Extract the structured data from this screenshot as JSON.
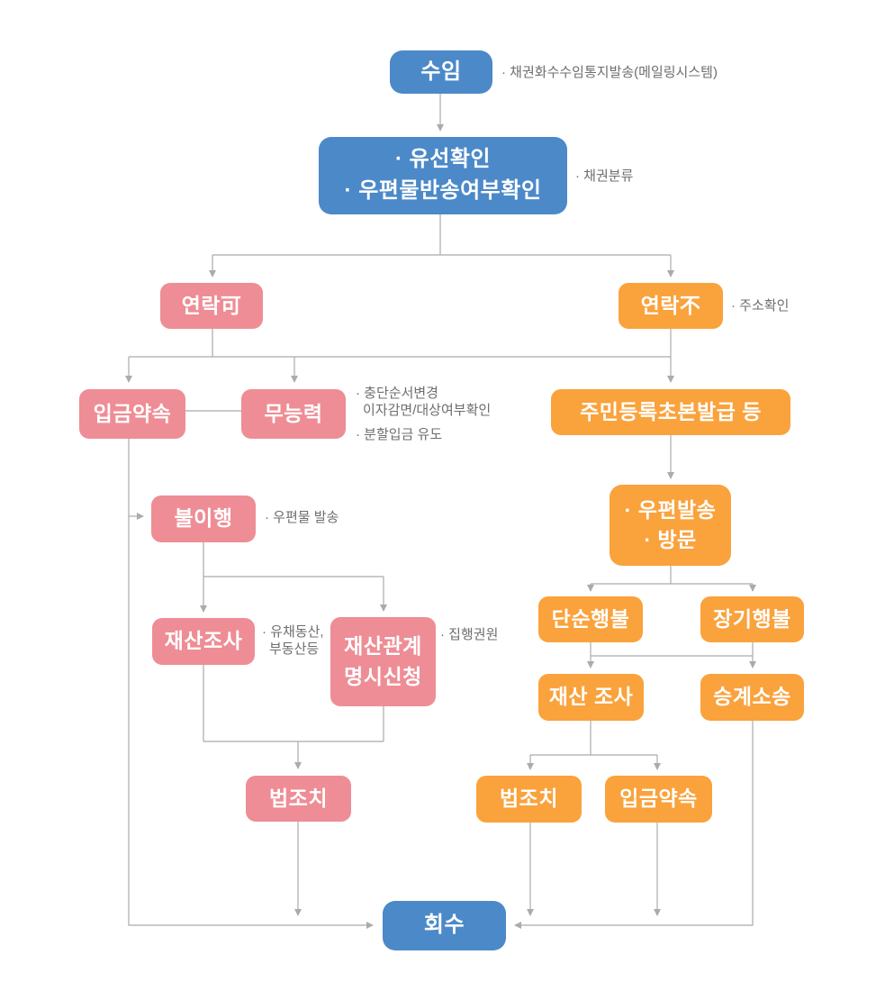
{
  "colors": {
    "blue": "#4c89c8",
    "pink": "#ee8d95",
    "orange": "#faa23c",
    "line": "#ababab",
    "note_text": "#6e6e6e",
    "background": "#ffffff"
  },
  "nodes": {
    "suim": {
      "label": "수임"
    },
    "confirm": {
      "line1": "· 유선확인",
      "line2": "· 우편물반송여부확인"
    },
    "contact_ok": {
      "label": "연락可"
    },
    "contact_no": {
      "label": "연락不"
    },
    "deposit_promise": {
      "label": "입금약속"
    },
    "incapable": {
      "label": "무능력"
    },
    "nonperformance": {
      "label": "불이행"
    },
    "asset_search_left": {
      "label": "재산조사"
    },
    "asset_disclosure": {
      "line1": "재산관계",
      "line2": "명시신청"
    },
    "legal_action_left": {
      "label": "법조치"
    },
    "resident_copy": {
      "label": "주민등록초본발급 등"
    },
    "mail_visit": {
      "line1": "· 우편발송",
      "line2": "· 방문"
    },
    "simple_missing": {
      "label": "단순행불"
    },
    "longterm_missing": {
      "label": "장기행불"
    },
    "asset_search_right": {
      "label": "재산 조사"
    },
    "succession_suit": {
      "label": "승계소송"
    },
    "legal_action_right": {
      "label": "법조치"
    },
    "deposit_promise_right": {
      "label": "입금약속"
    },
    "recovery": {
      "label": "회수"
    }
  },
  "notes": {
    "suim": "· 채권화수수임통지발송(메일링시스템)",
    "confirm": "· 채권분류",
    "contact_no": "· 주소확인",
    "incapable_1": "· 충단순서변경",
    "incapable_2": "이자감면/대상여부확인",
    "incapable_3": "· 분할입금 유도",
    "nonperformance": "· 우편물 발송",
    "asset_search_left_1": "· 유채동산,",
    "asset_search_left_2": "부동산등",
    "asset_disclosure": "· 집행권원"
  }
}
